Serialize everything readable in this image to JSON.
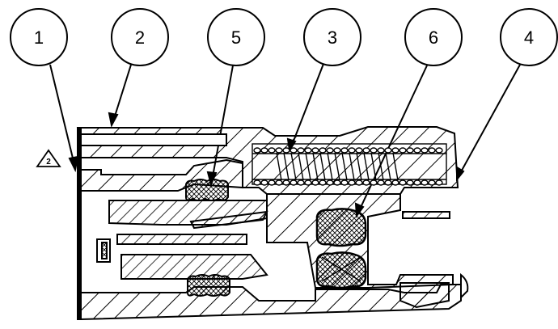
{
  "diagram": {
    "callouts": [
      {
        "id": "c1",
        "label": "1"
      },
      {
        "id": "c2",
        "label": "2"
      },
      {
        "id": "c5",
        "label": "5"
      },
      {
        "id": "c3",
        "label": "3"
      },
      {
        "id": "c6",
        "label": "6"
      },
      {
        "id": "c4",
        "label": "4"
      }
    ],
    "revision_note": "2"
  },
  "colors": {
    "ink": "#000000",
    "paper": "#ffffff"
  }
}
